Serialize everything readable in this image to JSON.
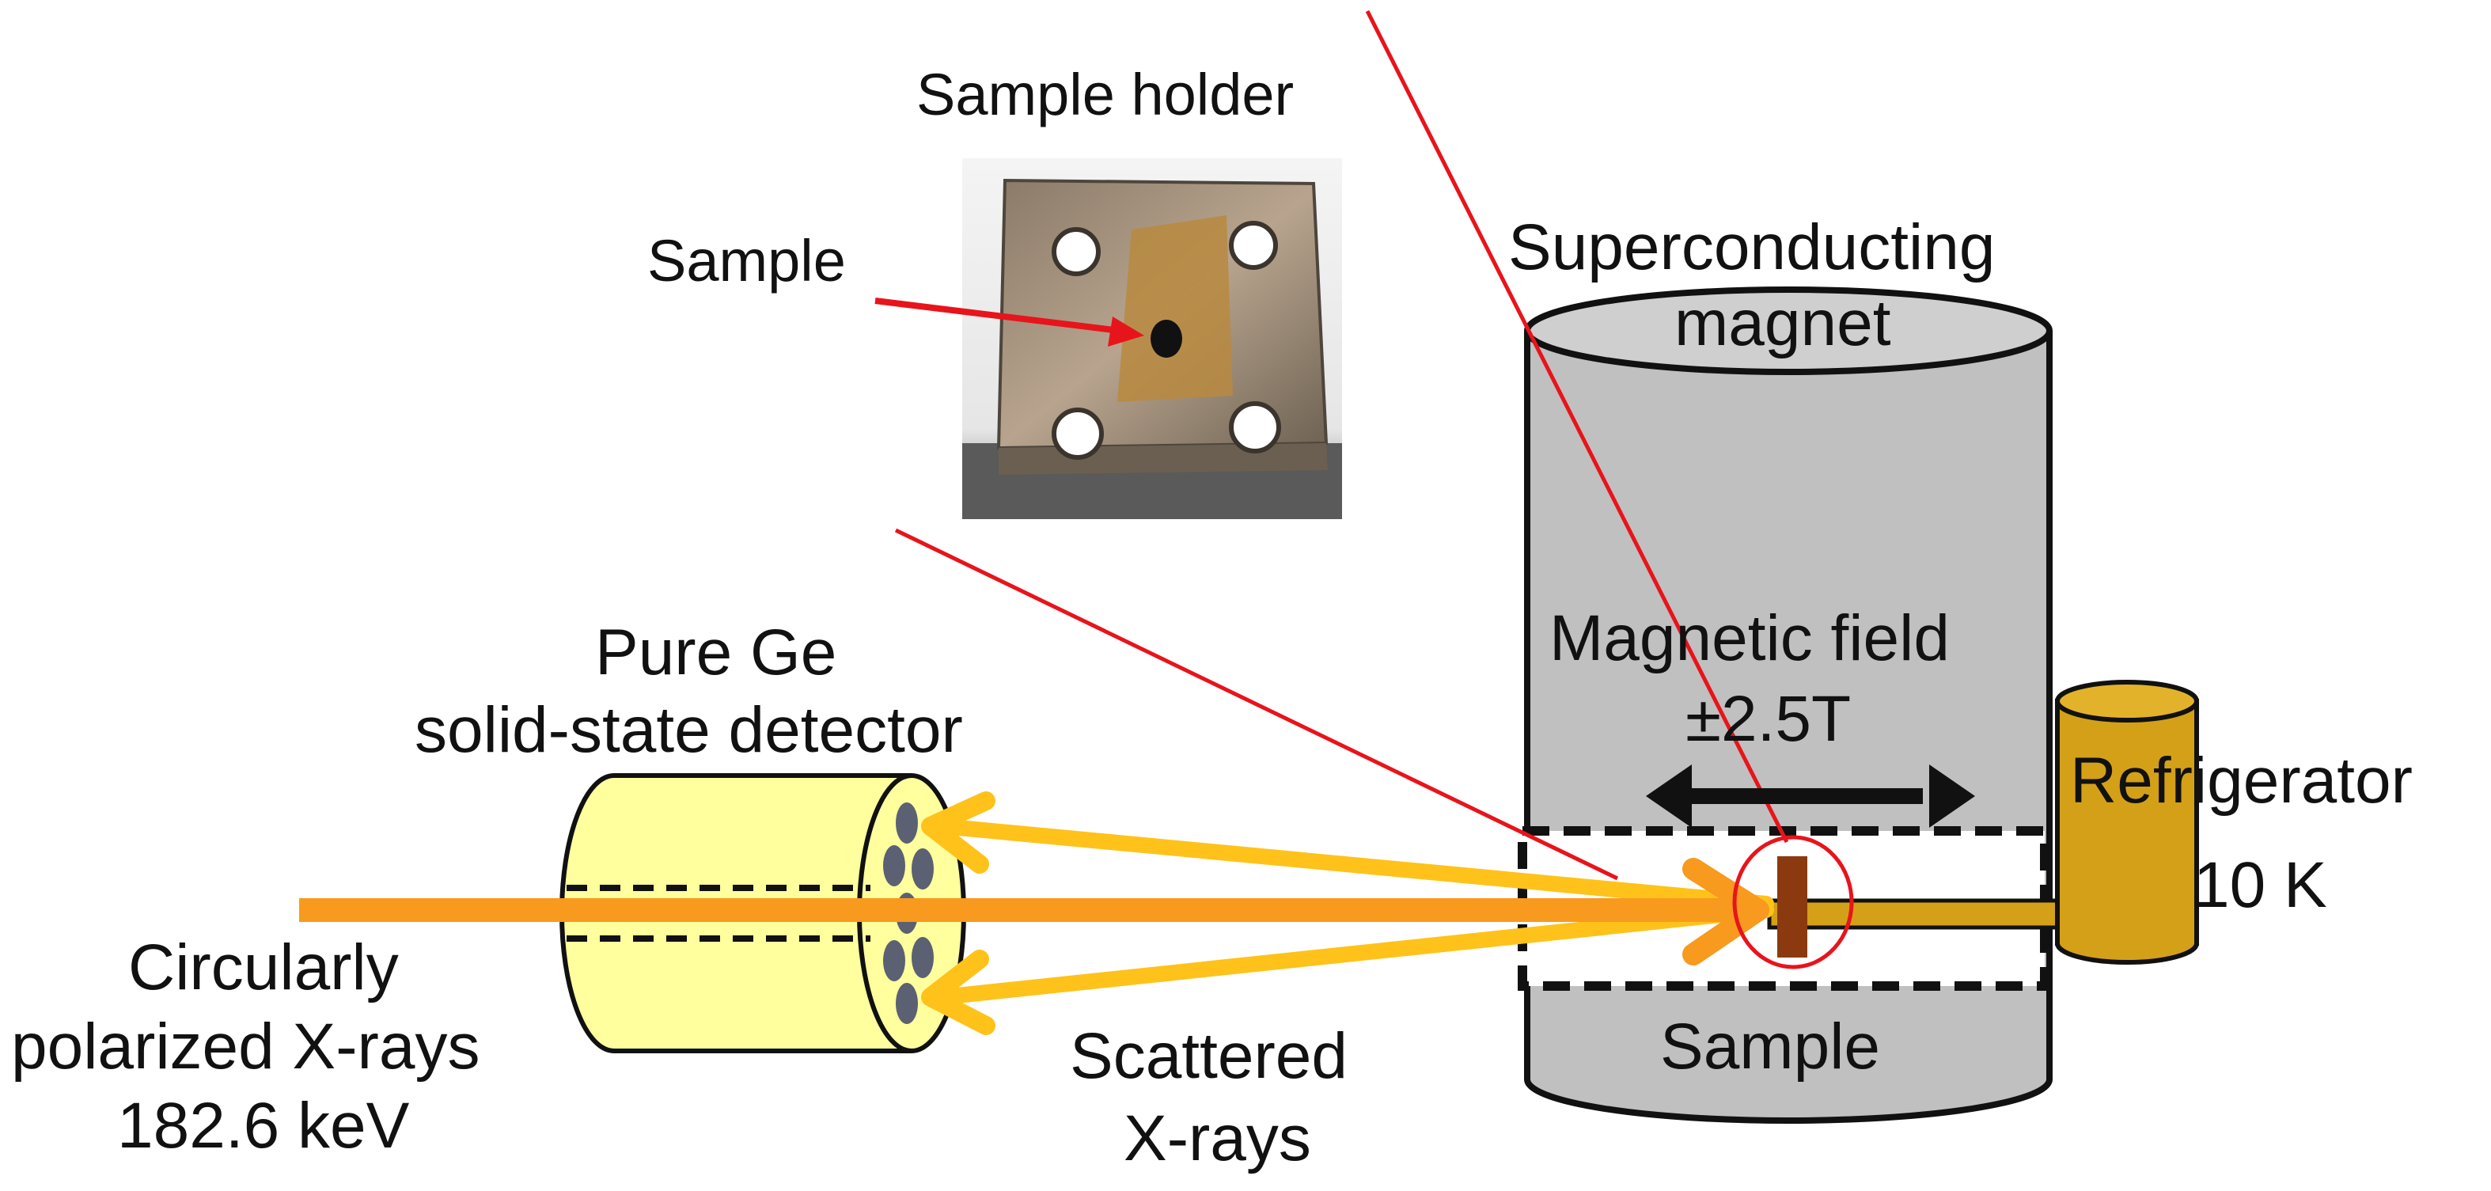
{
  "labels": {
    "sample_holder": "Sample holder",
    "sample_photo": "Sample",
    "magnet_line1": "Superconducting",
    "magnet_line2": "magnet",
    "field_line1": "Magnetic field",
    "field_line2": "±2.5T",
    "detector_line1": "Pure Ge",
    "detector_line2": "solid-state detector",
    "refrigerator_line1": "Refrigerator",
    "refrigerator_line2": "10 K",
    "incident_line1": "Circularly",
    "incident_line2": "polarized X-rays",
    "incident_line3": "182.6 keV",
    "scattered_line1": "Scattered",
    "scattered_line2": "X-rays",
    "sample_magnet": "Sample"
  },
  "colors": {
    "incident_beam": "#f79a1e",
    "scattered_beam": "#ffc21a",
    "pointer_line": "#e8141b",
    "magnet_body": "#c0c0c0",
    "magnet_top": "#cfcfcf",
    "detector_body": "#ffff9e",
    "refrigerator": "#d4a017",
    "sample": "#8b3a0f"
  }
}
